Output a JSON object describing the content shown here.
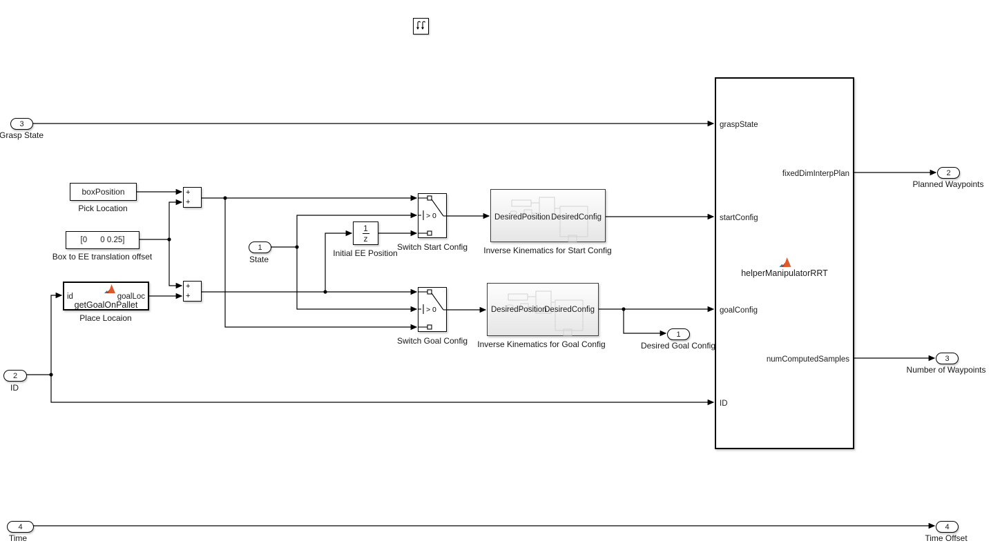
{
  "diagram": {
    "inports": {
      "grasp_state": {
        "num": "3",
        "label": "Grasp State"
      },
      "state": {
        "num": "1",
        "label": "State"
      },
      "id": {
        "num": "2",
        "label": "ID"
      },
      "time": {
        "num": "4",
        "label": "Time"
      }
    },
    "outports": {
      "desired_goal_config": {
        "num": "1",
        "label": "Desired Goal Config"
      },
      "planned_waypoints": {
        "num": "2",
        "label": "Planned Waypoints"
      },
      "number_of_waypoints": {
        "num": "3",
        "label": "Number of Waypoints"
      },
      "time_offset": {
        "num": "4",
        "label": "Time Offset"
      }
    },
    "blocks": {
      "pick_location": {
        "value": "boxPosition",
        "label": "Pick Location"
      },
      "box_offset": {
        "value": "[0      0 0.25]",
        "label": "Box to EE translation offset"
      },
      "place_location": {
        "port_in": "id",
        "port_out": "goalLoc",
        "function": "getGoalOnPallet",
        "label": "Place Locaion"
      },
      "sum": {
        "plus": "+"
      },
      "initial_ee_position": {
        "numerator": "1",
        "denominator": "z",
        "label": "Initial EE Position"
      },
      "switch_start": {
        "criteria": "> 0",
        "label": "Switch Start Config"
      },
      "switch_goal": {
        "criteria": "> 0",
        "label": "Switch Goal Config"
      },
      "ik_start": {
        "port_in": "DesiredPosition",
        "port_out": "DesiredConfig",
        "label": "Inverse Kinematics for Start Config"
      },
      "ik_goal": {
        "port_in": "DesiredPosition",
        "port_out": "DesiredConfig",
        "label": "Inverse Kinematics for Goal Config"
      },
      "planner": {
        "name": "helperManipulatorRRT",
        "inputs": [
          "graspState",
          "startConfig",
          "goalConfig",
          "ID"
        ],
        "outputs": [
          "fixedDimInterpPlan",
          "numComputedSamples"
        ]
      }
    },
    "colors": {
      "wire": "#000000",
      "matlab_orange": "#e0592a",
      "matlab_red": "#b63c1d",
      "matlab_blue": "#3a6e9f"
    }
  }
}
